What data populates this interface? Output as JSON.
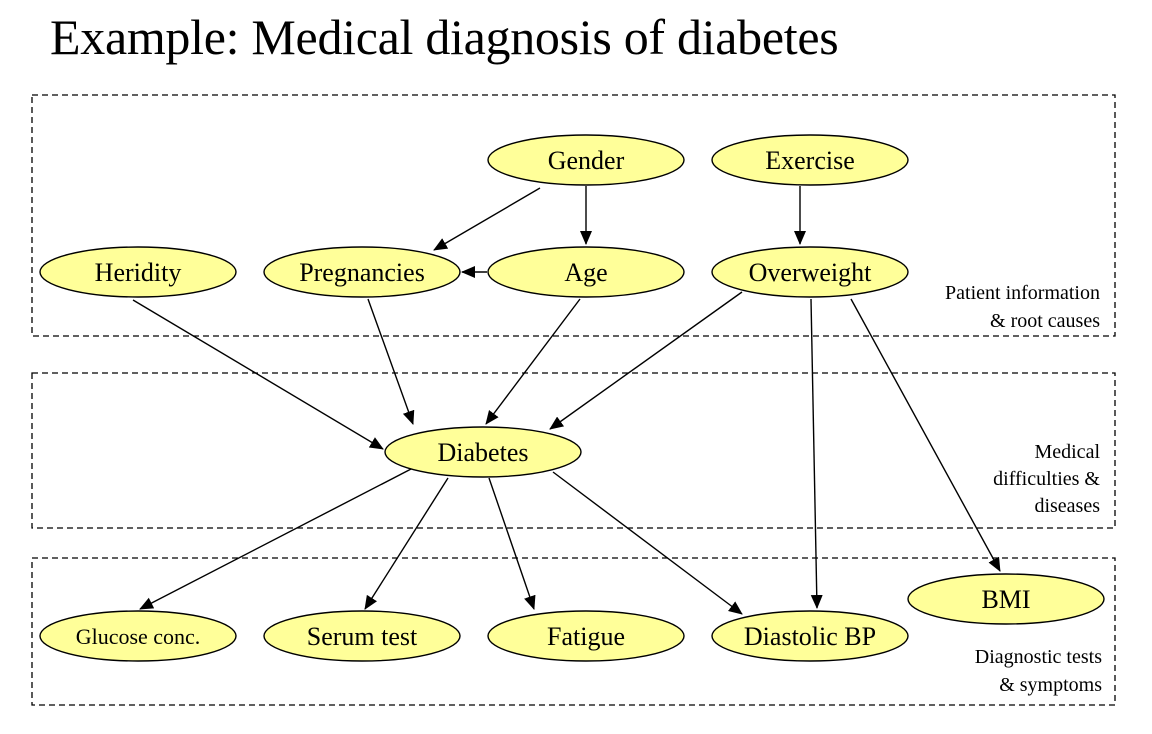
{
  "title": "Example: Medical diagnosis of diabetes",
  "nodes": {
    "gender": "Gender",
    "exercise": "Exercise",
    "heridity": "Heridity",
    "pregnancies": "Pregnancies",
    "age": "Age",
    "overweight": "Overweight",
    "diabetes": "Diabetes",
    "bmi": "BMI",
    "glucose": "Glucose conc.",
    "serum": "Serum test",
    "fatigue": "Fatigue",
    "diastolic": "Diastolic BP"
  },
  "layers": {
    "patient": [
      "Patient information",
      "& root causes"
    ],
    "medical": [
      "Medical",
      "difficulties &",
      "diseases"
    ],
    "diagnostic": [
      "Diagnostic tests",
      "& symptoms"
    ]
  },
  "edges": [
    [
      "gender",
      "pregnancies"
    ],
    [
      "gender",
      "age"
    ],
    [
      "age",
      "pregnancies"
    ],
    [
      "exercise",
      "overweight"
    ],
    [
      "heridity",
      "diabetes"
    ],
    [
      "pregnancies",
      "diabetes"
    ],
    [
      "age",
      "diabetes"
    ],
    [
      "overweight",
      "diabetes"
    ],
    [
      "overweight",
      "diastolic"
    ],
    [
      "overweight",
      "bmi"
    ],
    [
      "diabetes",
      "glucose"
    ],
    [
      "diabetes",
      "serum"
    ],
    [
      "diabetes",
      "fatigue"
    ],
    [
      "diabetes",
      "diastolic"
    ]
  ],
  "colors": {
    "node_fill": "#ffff99",
    "stroke": "#000000"
  }
}
